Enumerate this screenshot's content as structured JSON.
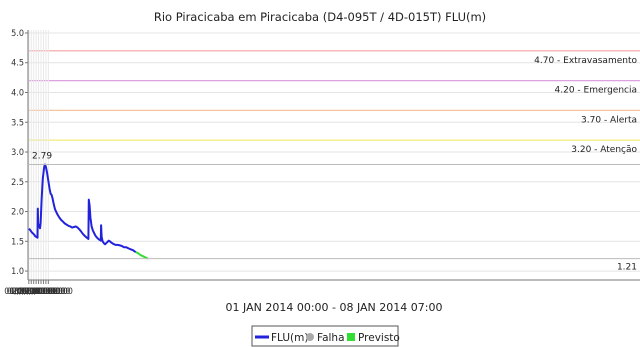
{
  "chart_data": {
    "type": "line",
    "title": "Rio Piracicaba em Piracicaba (D4-095T / 4D-015T) FLU(m)",
    "xlabel": "01 JAN 2014 00:00 - 08 JAN 2014 07:00",
    "ylabel": "",
    "ylim": [
      0.85,
      5.05
    ],
    "yticks": [
      "1.0",
      "1.5",
      "2.0",
      "2.5",
      "3.0",
      "3.5",
      "4.0",
      "4.5",
      "5.0"
    ],
    "xlim": [
      "2013-12-31 16:00",
      "2014-09-08 12:00"
    ],
    "xticks": [
      "01/01 00:00",
      "02/01 00:00",
      "03/01 00:00",
      "04/01 00:00",
      "05/01 00:00",
      "06/01 00:00",
      "07/01 00:00",
      "08/01 00:00",
      "09/01 00:00"
    ],
    "grid": true,
    "reference_lines": [
      {
        "value": 4.7,
        "label": "4.70 - Extravasamento",
        "color": "#f4a0a0"
      },
      {
        "value": 4.2,
        "label": "4.20 - Emergencia",
        "color": "#dda0e0"
      },
      {
        "value": 3.7,
        "label": "3.70 - Alerta",
        "color": "#f8c39a"
      },
      {
        "value": 3.2,
        "label": "3.20 - Atenção",
        "color": "#f2ec7a"
      }
    ],
    "annotations": {
      "max_value": "2.79",
      "last_value": "1.21"
    },
    "series": [
      {
        "name": "FLU(m)",
        "color": "#2222dd",
        "points": [
          [
            "01/01 00:00",
            1.71
          ],
          [
            "01/01 09:00",
            1.7
          ],
          [
            "01/01 18:00",
            1.68
          ],
          [
            "02/01 06:00",
            1.65
          ],
          [
            "02/01 18:00",
            1.63
          ],
          [
            "03/01 06:00",
            1.61
          ],
          [
            "03/01 18:00",
            1.58
          ],
          [
            "04/01 06:00",
            1.57
          ],
          [
            "04/01 13:00",
            1.56
          ],
          [
            "04/01 16:00",
            2.05
          ],
          [
            "04/01 20:00",
            1.8
          ],
          [
            "05/01 04:00",
            1.76
          ],
          [
            "05/01 14:00",
            1.72
          ],
          [
            "05/01 20:00",
            1.8
          ],
          [
            "06/01 06:00",
            2.2
          ],
          [
            "06/01 18:00",
            2.55
          ],
          [
            "07/01 06:00",
            2.74
          ],
          [
            "07/01 14:00",
            2.79
          ],
          [
            "08/01 00:00",
            2.75
          ],
          [
            "08/01 12:00",
            2.65
          ],
          [
            "09/01 00:00",
            2.52
          ],
          [
            "09/01 12:00",
            2.38
          ],
          [
            "09/01 22:00",
            2.3
          ],
          [
            "10/01 08:00",
            2.28
          ],
          [
            "10/01 18:00",
            2.22
          ],
          [
            "11/01 06:00",
            2.12
          ],
          [
            "11/01 18:00",
            2.04
          ],
          [
            "12/01 06:00",
            1.99
          ],
          [
            "12/01 18:00",
            1.95
          ],
          [
            "13/01 12:00",
            1.9
          ],
          [
            "14/01 06:00",
            1.86
          ],
          [
            "15/01 00:00",
            1.83
          ],
          [
            "15/01 18:00",
            1.8
          ],
          [
            "16/01 12:00",
            1.78
          ],
          [
            "17/01 06:00",
            1.76
          ],
          [
            "18/01 00:00",
            1.75
          ],
          [
            "18/01 18:00",
            1.73
          ],
          [
            "19/01 12:00",
            1.74
          ],
          [
            "20/01 06:00",
            1.75
          ],
          [
            "21/01 00:00",
            1.73
          ],
          [
            "21/01 18:00",
            1.7
          ],
          [
            "22/01 12:00",
            1.66
          ],
          [
            "23/01 06:00",
            1.62
          ],
          [
            "24/01 00:00",
            1.59
          ],
          [
            "24/01 18:00",
            1.56
          ],
          [
            "25/01 10:00",
            1.54
          ],
          [
            "25/01 14:00",
            2.2
          ],
          [
            "25/01 22:00",
            2.1
          ],
          [
            "26/01 06:00",
            1.9
          ],
          [
            "26/01 18:00",
            1.75
          ],
          [
            "27/01 06:00",
            1.68
          ],
          [
            "27/01 18:00",
            1.64
          ],
          [
            "28/01 06:00",
            1.6
          ],
          [
            "28/01 18:00",
            1.57
          ],
          [
            "29/01 06:00",
            1.55
          ],
          [
            "29/01 18:00",
            1.53
          ],
          [
            "30/01 06:00",
            1.52
          ],
          [
            "30/01 12:00",
            1.51
          ],
          [
            "30/01 15:00",
            1.77
          ],
          [
            "30/01 20:00",
            1.58
          ],
          [
            "31/01 06:00",
            1.5
          ],
          [
            "31/01 18:00",
            1.47
          ],
          [
            "01/02 06:00",
            1.45
          ],
          [
            "01/02 18:00",
            1.47
          ],
          [
            "02/02 06:00",
            1.49
          ],
          [
            "02/02 18:00",
            1.51
          ],
          [
            "03/02 06:00",
            1.5
          ],
          [
            "03/02 18:00",
            1.48
          ],
          [
            "04/02 12:00",
            1.46
          ],
          [
            "05/02 12:00",
            1.44
          ],
          [
            "06/02 12:00",
            1.44
          ],
          [
            "07/02 12:00",
            1.43
          ],
          [
            "08/02 06:00",
            1.42
          ],
          [
            "09/02 00:00",
            1.4
          ],
          [
            "10/02 00:00",
            1.4
          ],
          [
            "11/02 00:00",
            1.38
          ],
          [
            "12/02 00:00",
            1.36
          ],
          [
            "12/02 18:00",
            1.35
          ],
          [
            "13/02 08:00",
            1.33
          ],
          [
            "13/02 20:00",
            1.32
          ]
        ]
      },
      {
        "name": "Falha",
        "color": "#aaaaaa",
        "points": []
      },
      {
        "name": "Previsto",
        "color": "#33dd33",
        "points": [
          [
            "13/02 20:00",
            1.32
          ],
          [
            "14/02 18:00",
            1.3
          ],
          [
            "15/02 18:00",
            1.27
          ],
          [
            "16/02 18:00",
            1.25
          ],
          [
            "17/02 18:00",
            1.23
          ],
          [
            "18/02 18:00",
            1.21
          ]
        ]
      }
    ],
    "legend": {
      "placement": "bottom-center",
      "items": [
        "FLU(m)",
        "Falha",
        "Previsto"
      ]
    }
  }
}
